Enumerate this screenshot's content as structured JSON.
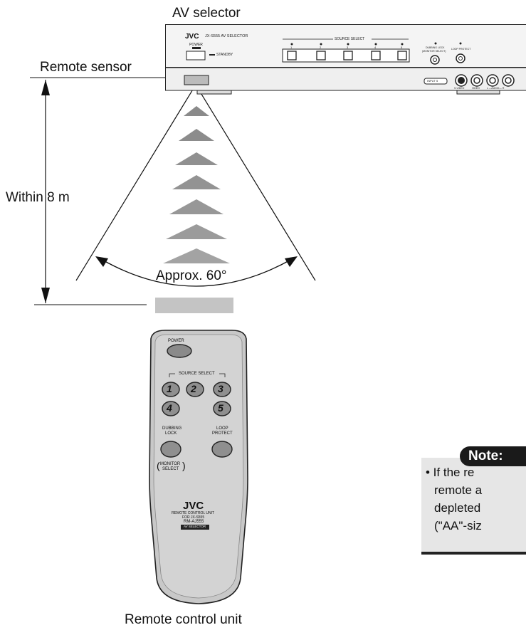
{
  "labels": {
    "av_selector": "AV selector",
    "remote_sensor": "Remote sensor",
    "distance": "Within 8 m",
    "angle": "Approx. 60°",
    "remote_unit": "Remote control unit"
  },
  "device": {
    "brand": "JVC",
    "model": "JX-S555  AV SELECTOR",
    "power": "POWER",
    "standby": "STANDBY",
    "source_select": "SOURCE SELECT",
    "source_numbers": [
      "1",
      "2",
      "3",
      "4",
      "5"
    ],
    "dubbing_lock": "DUBBING LOCK",
    "monitor_select": "(MONITOR SELECT)",
    "loop_protect": "LOOP PROTECT",
    "input": "INPUT 5",
    "s_video": "S-VIDEO",
    "video": "VIDEO",
    "audio": "L  —AUDIO—  R"
  },
  "remote": {
    "power": "POWER",
    "source_select": "SOURCE SELECT",
    "buttons": [
      "1",
      "2",
      "3",
      "4",
      "5"
    ],
    "dubbing_lock_1": "DUBBING",
    "dubbing_lock_2": "LOCK",
    "monitor_1": "MONITOR",
    "monitor_2": "SELECT",
    "loop_protect_1": "LOOP",
    "loop_protect_2": "PROTECT",
    "brand": "JVC",
    "caption_1": "REMOTE CONTROL UNIT",
    "caption_2": "FOR  JX-S555",
    "model": "RM-AJ555",
    "badge": "AV SELECTOR"
  },
  "note": {
    "title": "Note:",
    "lines": [
      "• If the re",
      "remote a",
      "depleted",
      "(\"AA\"-siz"
    ]
  }
}
